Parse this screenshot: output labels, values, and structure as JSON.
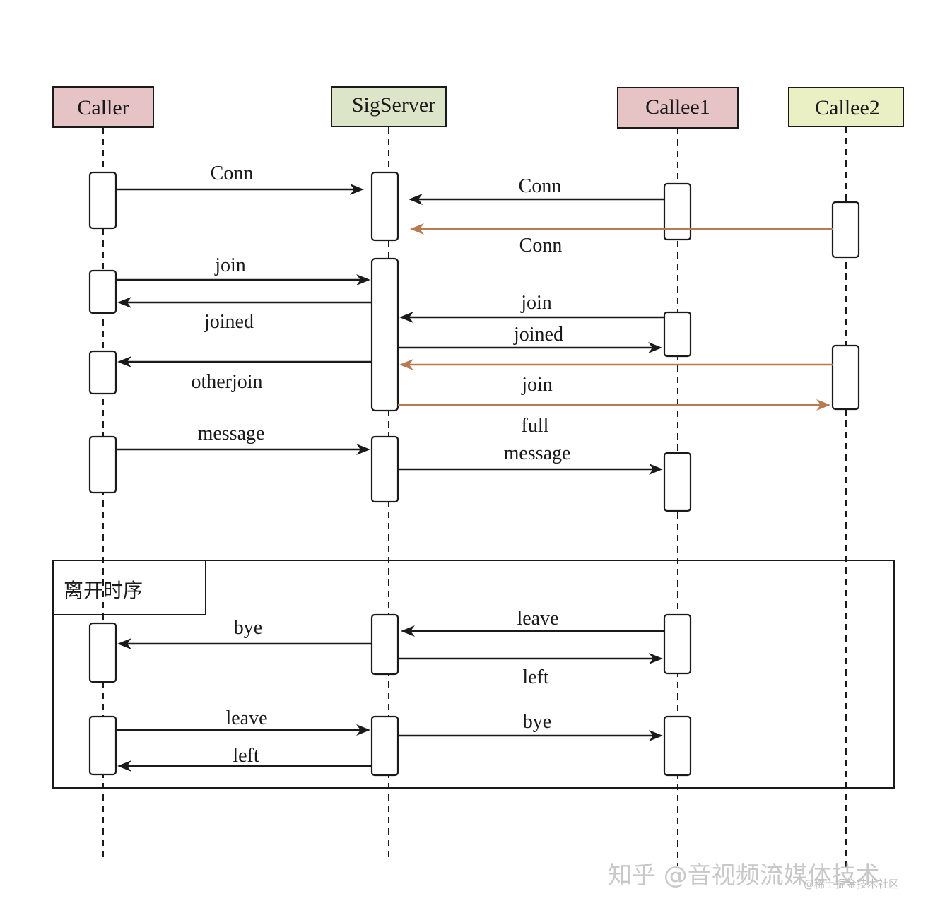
{
  "colors": {
    "caller_box": "#e6c4c6",
    "sigserver_box": "#dce5c8",
    "callee1_box": "#e6c4c6",
    "callee2_box": "#eaefc4",
    "line": "#1a1a1a",
    "callee2_arrow": "#b87a52"
  },
  "participants": [
    {
      "id": "caller",
      "label": "Caller"
    },
    {
      "id": "sigserver",
      "label": "SigServer"
    },
    {
      "id": "callee1",
      "label": "Callee1"
    },
    {
      "id": "callee2",
      "label": "Callee2"
    }
  ],
  "messages": [
    {
      "from": "caller",
      "to": "sigserver",
      "label": "Conn"
    },
    {
      "from": "callee1",
      "to": "sigserver",
      "label": "Conn"
    },
    {
      "from": "callee2",
      "to": "sigserver",
      "label": "Conn"
    },
    {
      "from": "caller",
      "to": "sigserver",
      "label": "join"
    },
    {
      "from": "sigserver",
      "to": "caller",
      "label": "joined"
    },
    {
      "from": "callee1",
      "to": "sigserver",
      "label": "join"
    },
    {
      "from": "sigserver",
      "to": "callee1",
      "label": "joined"
    },
    {
      "from": "sigserver",
      "to": "caller",
      "label": "otherjoin"
    },
    {
      "from": "callee2",
      "to": "sigserver",
      "label": "join"
    },
    {
      "from": "sigserver",
      "to": "callee2",
      "label": "full"
    },
    {
      "from": "caller",
      "to": "sigserver",
      "label": "message"
    },
    {
      "from": "sigserver",
      "to": "callee1",
      "label": "message"
    },
    {
      "from": "callee1",
      "to": "sigserver",
      "label": "leave"
    },
    {
      "from": "sigserver",
      "to": "caller",
      "label": "bye"
    },
    {
      "from": "sigserver",
      "to": "callee1",
      "label": "left"
    },
    {
      "from": "caller",
      "to": "sigserver",
      "label": "leave"
    },
    {
      "from": "sigserver",
      "to": "caller",
      "label": "left"
    },
    {
      "from": "sigserver",
      "to": "callee1",
      "label": "bye"
    }
  ],
  "frame": {
    "label": "离开时序"
  },
  "watermark": {
    "main": "知乎 @音视频流媒体技术",
    "sub": "@稀土掘金技术社区"
  }
}
